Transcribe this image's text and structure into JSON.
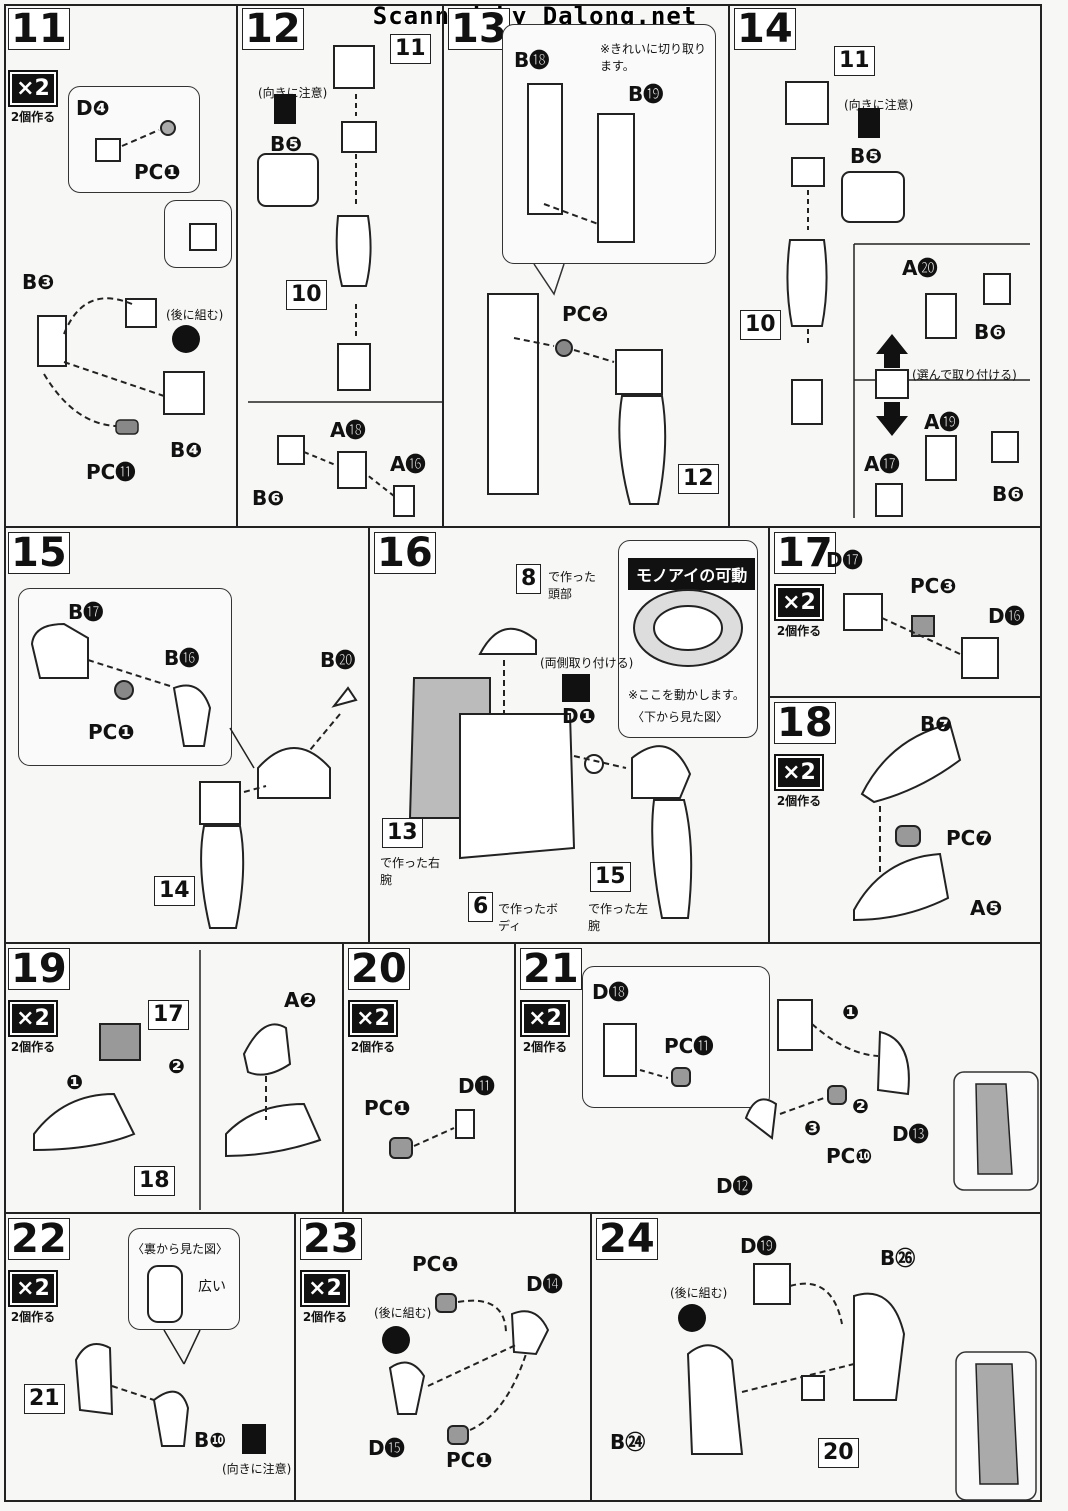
{
  "header": {
    "scan_credit": "Scanned by Dalong.net"
  },
  "multiplier": {
    "badge": "×2",
    "caption": "2個作る"
  },
  "caution": "(向きに注意)",
  "after_assemble": "(後に組む)",
  "steps": {
    "s11": {
      "num": "11",
      "labels": [
        "D❹",
        "PC❶",
        "B❸",
        "PC⓫",
        "B❹"
      ]
    },
    "s12": {
      "num": "12",
      "labels": [
        "11",
        "B❺",
        "10",
        "A⓲",
        "A⓰",
        "B❻"
      ]
    },
    "s13": {
      "num": "13",
      "labels": [
        "B⓲",
        "B⓳",
        "PC❷",
        "12"
      ],
      "note": "※きれいに切り取ります。"
    },
    "s14": {
      "num": "14",
      "labels": [
        "11",
        "B❺",
        "A⓴",
        "B❻",
        "10",
        "A⓳",
        "A⓱",
        "B❻"
      ],
      "choose": "(選んで取り付ける)"
    },
    "s15": {
      "num": "15",
      "labels": [
        "B⓱",
        "B⓰",
        "PC❶",
        "B⓴",
        "14"
      ]
    },
    "s16": {
      "num": "16",
      "labels": [
        "8",
        "D❶",
        "13",
        "6",
        "15"
      ],
      "head": "で作った頭部",
      "both_sides": "(両側取り付ける)",
      "right_arm": "で作った右腕",
      "body": "で作ったボディ",
      "left_arm": "で作った左腕",
      "monoeye_title": "モノアイの可動",
      "monoeye_note": "※ここを動かします。",
      "bottom_view": "〈下から見た図〉"
    },
    "s17": {
      "num": "17",
      "labels": [
        "D⓱",
        "PC❸",
        "D⓰"
      ]
    },
    "s18": {
      "num": "18",
      "labels": [
        "B❼",
        "PC❼",
        "A❺"
      ]
    },
    "s19": {
      "num": "19",
      "labels": [
        "17",
        "A❷",
        "18"
      ],
      "arrows": [
        "❶",
        "❷"
      ]
    },
    "s20": {
      "num": "20",
      "labels": [
        "PC❶",
        "D⓫"
      ]
    },
    "s21": {
      "num": "21",
      "labels": [
        "D⓲",
        "PC⓫",
        "PC❿",
        "D⓬",
        "D⓭"
      ],
      "arrows": [
        "❶",
        "❷",
        "❸"
      ]
    },
    "s22": {
      "num": "22",
      "labels": [
        "21",
        "B❿"
      ],
      "back_view": "〈裏から見た図〉",
      "wide": "広い"
    },
    "s23": {
      "num": "23",
      "labels": [
        "PC❶",
        "D⓮",
        "D⓯",
        "PC❶"
      ]
    },
    "s24": {
      "num": "24",
      "labels": [
        "D⓳",
        "B㉖",
        "B㉔",
        "20"
      ]
    }
  }
}
